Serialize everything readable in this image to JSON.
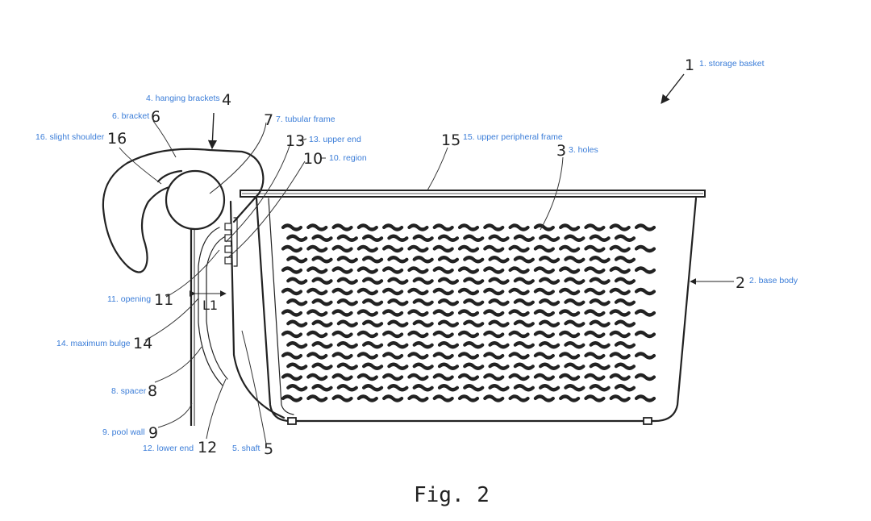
{
  "figure": {
    "caption": "Fig. 2",
    "dimension_label": "L1"
  },
  "ref_numbers": {
    "n1": "1",
    "n2": "2",
    "n3": "3",
    "n4": "4",
    "n5": "5",
    "n6": "6",
    "n7": "7",
    "n8": "8",
    "n9": "9",
    "n10": "10",
    "n11": "11",
    "n12": "12",
    "n13": "13",
    "n14": "14",
    "n15": "15",
    "n16": "16"
  },
  "annotations": {
    "a1": "1. storage basket",
    "a2": "2. base body",
    "a3": "3. holes",
    "a4": "4. hanging brackets",
    "a5": "5. shaft",
    "a6": "6. bracket",
    "a7": "7. tubular frame",
    "a8": "8. spacer",
    "a9": "9. pool wall",
    "a10": "10. region",
    "a11": "11. opening",
    "a12": "12. lower end",
    "a13": "13. upper end",
    "a14": "14. maximum bulge",
    "a15": "15. upper peripheral frame",
    "a16": "16. slight shoulder"
  },
  "colors": {
    "annotation": "#3b7dd8",
    "line": "#222222",
    "background": "#ffffff"
  }
}
